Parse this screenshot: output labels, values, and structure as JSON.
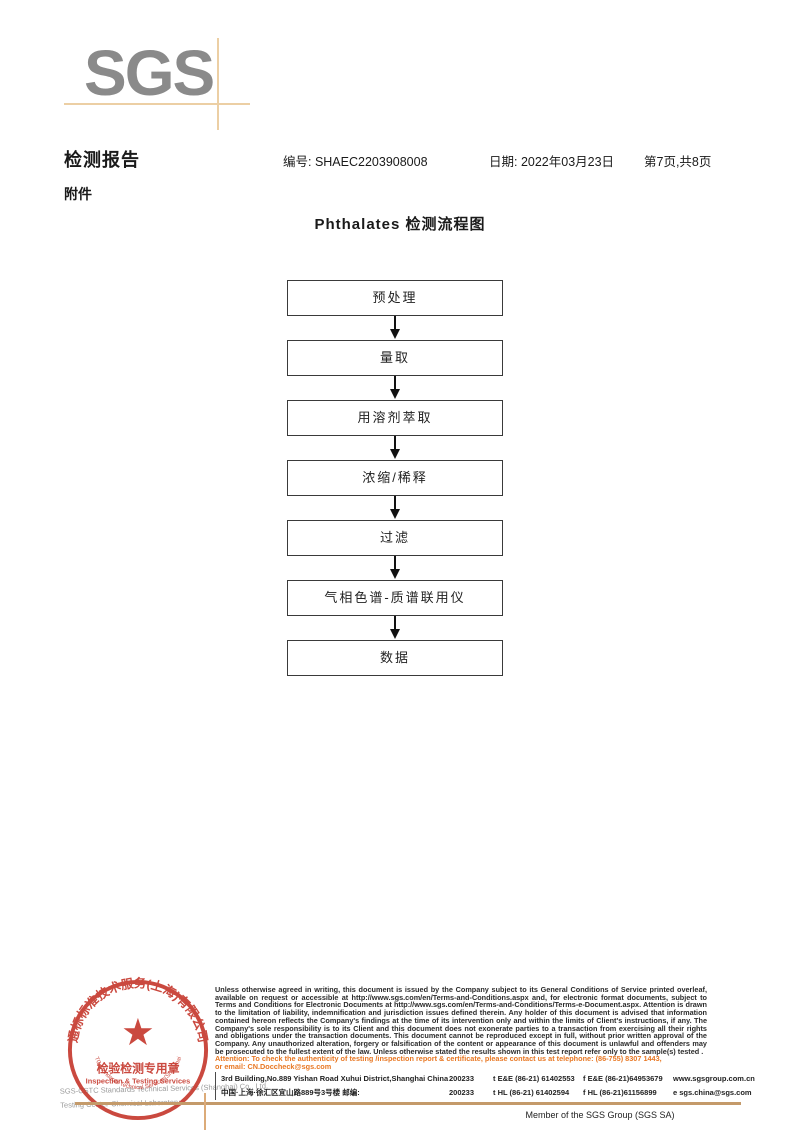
{
  "header": {
    "logo_text": "SGS",
    "report_title": "检测报告",
    "report_no": "编号: SHAEC2203908008",
    "report_date": "日期: 2022年03月23日",
    "page_info": "第7页,共8页",
    "attachment_label": "附件"
  },
  "flowchart": {
    "title": "Phthalates 检测流程图",
    "steps": [
      "预处理",
      "量取",
      "用溶剂萃取",
      "浓缩/稀释",
      "过滤",
      "气相色谱-质谱联用仪",
      "数据"
    ]
  },
  "footer": {
    "stamp": {
      "ring_text": "通标标准技术服务(上海)有限公司",
      "star_glyph": "★",
      "inner_line1": "检验检测专用章",
      "inner_line2": "Inspection & Testing Services",
      "inner_ring_text": "SGS-CSTC Standards Technical Services(Shanghai)Co.,Ltd."
    },
    "company_line1": "SGS-CSTC Standards Technical Services (Shanghai) Co., Ltd.",
    "company_line2": "Testing Center-Chemical Laboratory",
    "disclaimer": "Unless otherwise agreed in writing, this document is issued by the Company subject to its General Conditions of Service printed overleaf, available on request or accessible at http://www.sgs.com/en/Terms-and-Conditions.aspx and, for electronic format documents, subject to Terms and Conditions for Electronic Documents at http://www.sgs.com/en/Terms-and-Conditions/Terms-e-Document.aspx. Attention is drawn to the limitation of liability, indemnification and jurisdiction issues defined therein. Any holder of this document is advised that information contained hereon reflects the Company's findings at the time of its intervention only and within the limits of Client's instructions, if any. The Company's sole responsibility is to its Client and this document does not exonerate parties to a transaction from exercising all their rights and obligations under the transaction documents. This document cannot be reproduced except in full, without prior written approval of the Company. Any unauthorized alteration, forgery or falsification of the content or appearance of this document is unlawful and offenders may be prosecuted to the fullest extent of the law. Unless otherwise stated the results shown in this test report refer only to the sample(s) tested .",
    "attention_line1": "Attention: To check the authenticity of testing /inspection report & certificate, please contact us at telephone: (86-755) 8307 1443,",
    "attention_line2": "or email: CN.Doccheck@sgs.com",
    "address_en": "3rd Building,No.889 Yishan Road Xuhui District,Shanghai China",
    "address_en_zip": "200233",
    "tel1": "t E&E (86-21) 61402553",
    "fax1": "f E&E (86-21)64953679",
    "web": "www.sgsgroup.com.cn",
    "address_cn": "中国·上海·徐汇区宜山路889号3号楼  邮编:",
    "address_cn_zip": "200233",
    "tel2": "t HL (86-21) 61402594",
    "fax2": "f HL (86-21)61156899",
    "email": "e sgs.china@sgs.com",
    "member_line": "Member of the SGS Group (SGS SA)"
  },
  "colors": {
    "logo_gray": "#8a8a8a",
    "crosshair_tan": "#eccfa4",
    "footer_rule_tan": "#c49a6a",
    "stamp_red": "#c63a2f",
    "attention_orange": "#e87722"
  }
}
